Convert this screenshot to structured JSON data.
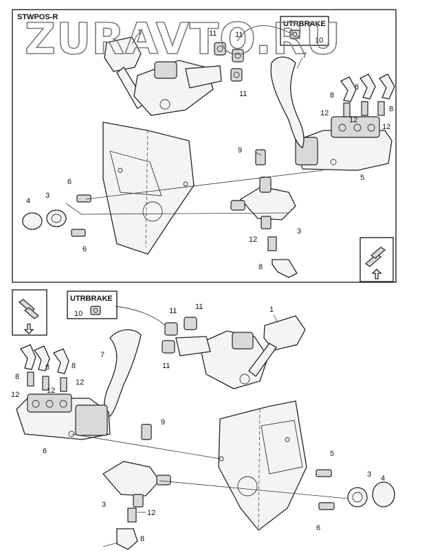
{
  "watermark": "ZURAVTO.RU",
  "top_view": {
    "title": "STWPOS-R",
    "connector_label": "UTRBRAKE",
    "callouts": [
      "1",
      "11",
      "11",
      "11",
      "7",
      "8",
      "8",
      "8",
      "12",
      "12",
      "12",
      "10",
      "9",
      "5",
      "6",
      "6",
      "4",
      "3",
      "3",
      "12",
      "8"
    ]
  },
  "bottom_view": {
    "connector_label": "UTRBRAKE",
    "callouts": [
      "10",
      "11",
      "11",
      "11",
      "1",
      "7",
      "8",
      "8",
      "8",
      "12",
      "12",
      "12",
      "9",
      "5",
      "6",
      "6",
      "3",
      "4",
      "3",
      "12",
      "8"
    ]
  },
  "icons": {
    "orientation_top": "vehicle-orientation-icon",
    "orientation_bottom": "vehicle-orientation-icon"
  }
}
